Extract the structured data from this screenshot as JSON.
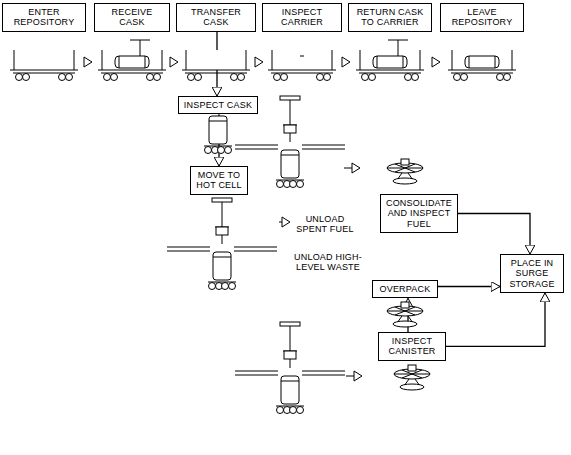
{
  "diagram": {
    "nodes": [
      {
        "text": [
          "ENTER REPOSITORY"
        ]
      },
      {
        "text": [
          "RECEIVE CASK"
        ]
      },
      {
        "text": [
          "TRANSFER CASK"
        ]
      },
      {
        "text": [
          "INSPECT CARRIER"
        ]
      },
      {
        "text": [
          "RETURN CASK TO CARRIER"
        ]
      },
      {
        "text": [
          "LEAVE REPOSITORY"
        ]
      },
      {
        "text": [
          "INSPECT CASK"
        ]
      },
      {
        "text": [
          "MOVE TO HOT CELL"
        ]
      },
      {
        "text": [
          "CONSOLIDATE AND INSPECT FUEL"
        ]
      },
      {
        "text": [
          "PLACE IN SURGE STORAGE"
        ]
      },
      {
        "text": [
          "OVERPACK"
        ]
      },
      {
        "text": [
          "INSPECT CANISTER"
        ]
      }
    ],
    "edges": [
      {
        "from": 2,
        "to": 6,
        "arrow": "to"
      },
      {
        "from": 6,
        "to": 7,
        "arrow": "to"
      },
      {
        "from": 8,
        "to": 9,
        "arrow": "to"
      },
      {
        "from": 10,
        "to": 9,
        "arrow": "to"
      },
      {
        "from": 11,
        "to": 10,
        "arrow": "to"
      },
      {
        "from": 11,
        "to": 9,
        "arrow": "to"
      }
    ],
    "labels": [
      "UNLOAD SPENT FUEL",
      "UNLOAD HIGH-LEVEL WASTE"
    ]
  }
}
